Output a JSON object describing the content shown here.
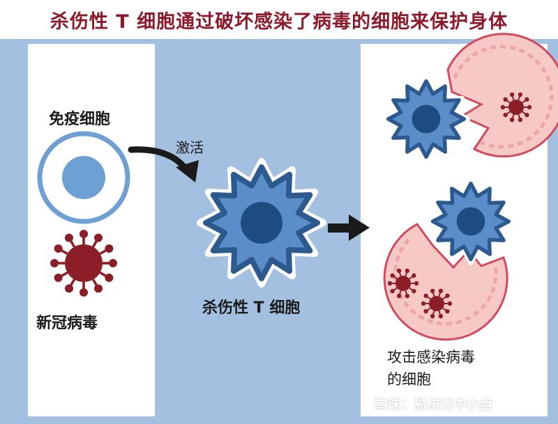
{
  "title": "杀伤性 T 细胞通过破坏感染了病毒的细胞来保护身体",
  "labels": {
    "immune_cell": "免疫细胞",
    "covid_virus": "新冠病毒",
    "activate": "激活",
    "killer_t_cell": "杀伤性 T 细胞",
    "attack_line1": "攻击感染病毒",
    "attack_line2": "的细胞"
  },
  "watermark": "雪球：易仿达中小盘",
  "colors": {
    "title": "#8b1a2b",
    "background": "#a4c0e0",
    "t_cell_fill": "#5b8dc9",
    "t_cell_outline": "#2d5a8e",
    "t_cell_nucleus": "#1f4c80",
    "virus": "#8b1e26",
    "infected_cell_fill": "#f6c9c6",
    "infected_cell_outline": "#d24a5c",
    "arrow": "#1a1a1a"
  },
  "icons": [
    "immune-cell-icon",
    "covid-virus-icon",
    "activation-arrow-icon",
    "killer-t-cell-icon",
    "arrow-right-icon",
    "infected-cell-icon"
  ]
}
